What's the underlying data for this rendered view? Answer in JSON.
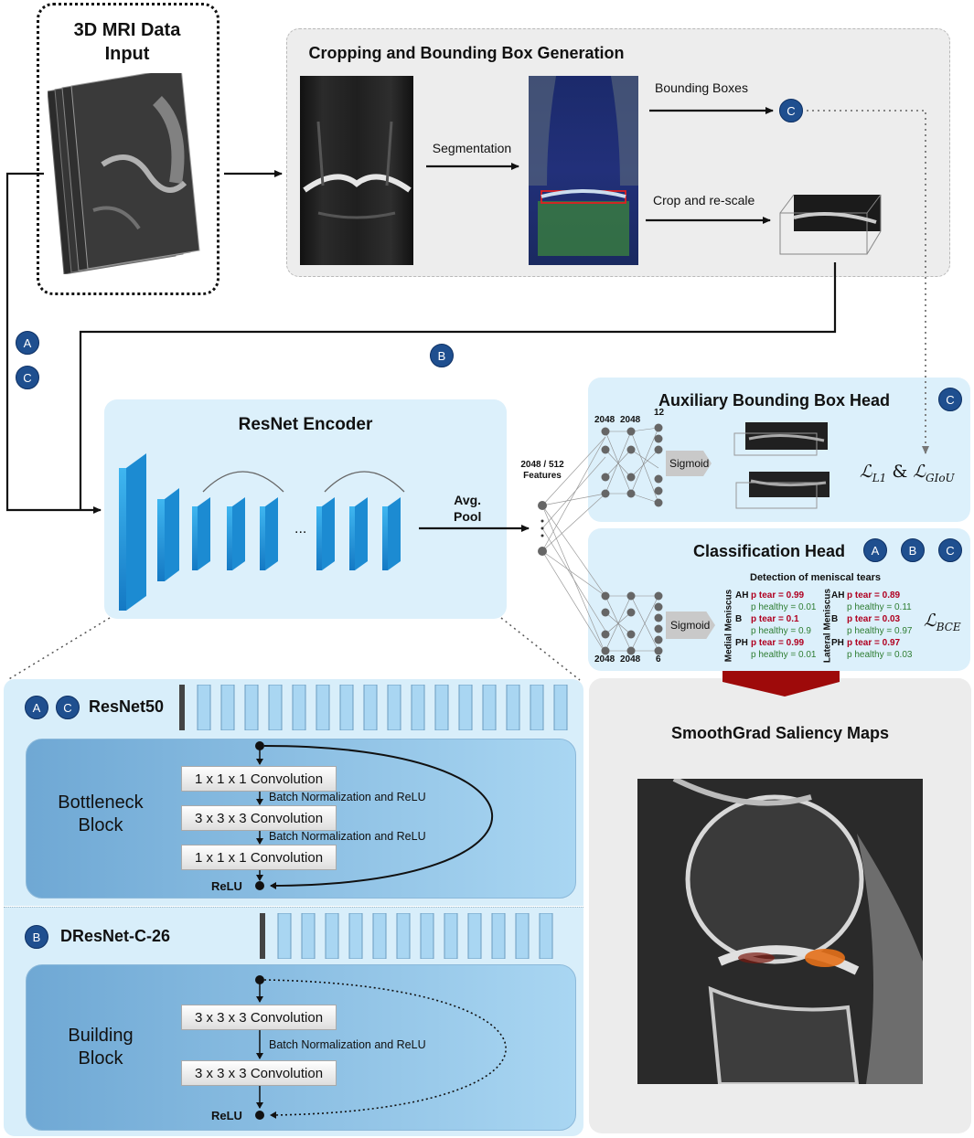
{
  "mri_input": {
    "title_line1": "3D MRI Data",
    "title_line2": "Input"
  },
  "cropping": {
    "title": "Cropping and Bounding Box Generation",
    "segmentation_label": "Segmentation",
    "bounding_boxes_label": "Bounding Boxes",
    "crop_label": "Crop and re-scale"
  },
  "badges": {
    "a": "A",
    "b": "B",
    "c": "C"
  },
  "encoder": {
    "title": "ResNet Encoder",
    "avg_pool_line1": "Avg.",
    "avg_pool_line2": "Pool",
    "ellipsis": "..."
  },
  "features": {
    "line1": "2048 / 512",
    "line2": "Features"
  },
  "aux_head": {
    "title": "Auxiliary Bounding Box Head",
    "n1": "2048",
    "n2": "2048",
    "n3": "12",
    "sigmoid": "Sigmoid",
    "loss": "ℒL1 & ℒGIoU",
    "loss_l": "ℒ",
    "loss_sub1": "L1",
    "loss_amp": "&",
    "loss_sub2": "GIoU"
  },
  "cls_head": {
    "title": "Classification Head",
    "n1": "2048",
    "n2": "2048",
    "n3": "6",
    "sigmoid": "Sigmoid",
    "detection_title": "Detection of meniscal tears",
    "medial_label": "Medial Meniscus",
    "lateral_label": "Lateral Meniscus",
    "loss_l": "ℒ",
    "loss_sub": "BCE",
    "medial": [
      {
        "region": "AH",
        "tear": "p tear = 0.99",
        "healthy": "p healthy = 0.01"
      },
      {
        "region": "B",
        "tear": "p tear = 0.1",
        "healthy": "p healthy = 0.9"
      },
      {
        "region": "PH",
        "tear": "p tear = 0.99",
        "healthy": "p healthy = 0.01"
      }
    ],
    "lateral": [
      {
        "region": "AH",
        "tear": "p tear = 0.89",
        "healthy": "p healthy = 0.11"
      },
      {
        "region": "B",
        "tear": "p tear = 0.03",
        "healthy": "p healthy = 0.97"
      },
      {
        "region": "PH",
        "tear": "p tear = 0.97",
        "healthy": "p healthy = 0.03"
      }
    ]
  },
  "saliency": {
    "title": "SmoothGrad Saliency Maps"
  },
  "resnet50": {
    "title": "ResNet50",
    "block_line1": "Bottleneck",
    "block_line2": "Block",
    "conv1": "1 x 1 x 1 Convolution",
    "conv2": "3 x 3 x 3 Convolution",
    "conv3": "1 x 1 x 1 Convolution",
    "bn1": "Batch Normalization and ReLU",
    "bn2": "Batch Normalization and ReLU",
    "relu": "ReLU"
  },
  "dresnet": {
    "title": "DResNet-C-26",
    "block_line1": "Building",
    "block_line2": "Block",
    "conv1": "3 x 3 x 3 Convolution",
    "conv2": "3 x 3 x 3 Convolution",
    "bn1": "Batch Normalization and ReLU",
    "relu": "ReLU"
  },
  "colors": {
    "badge": "#1f4f8f",
    "tear": "#b00020",
    "healthy": "#2e7d32",
    "panel_blue": "#dcf0fb",
    "arrow_red": "#9e0a0a"
  }
}
